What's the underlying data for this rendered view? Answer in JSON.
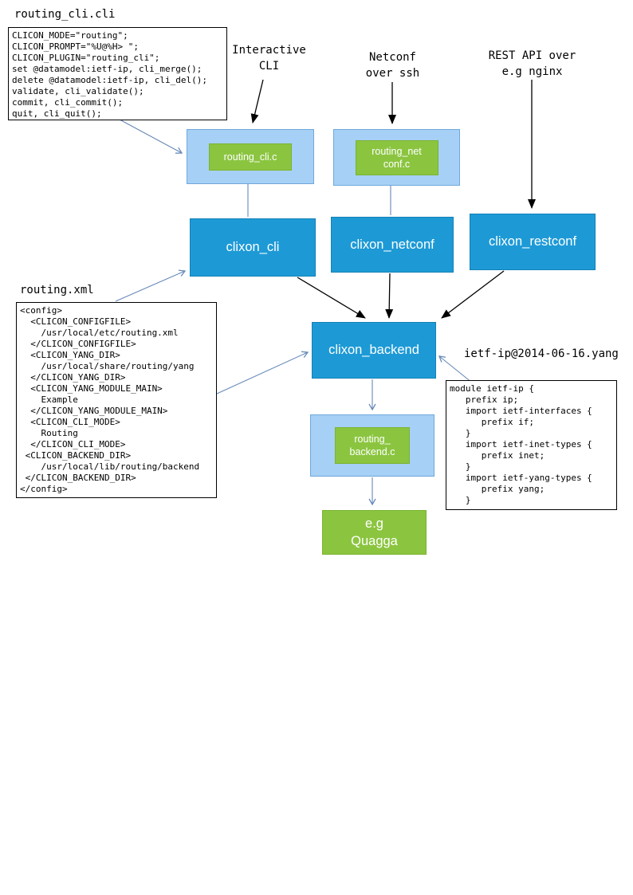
{
  "files": {
    "cli": {
      "title": "routing_cli.cli",
      "code": "CLICON_MODE=\"routing\";\nCLICON_PROMPT=\"%U@%H> \";\nCLICON_PLUGIN=\"routing_cli\";\nset @datamodel:ietf-ip, cli_merge();\ndelete @datamodel:ietf-ip, cli_del();\nvalidate, cli_validate();\ncommit, cli_commit();\nquit, cli_quit();"
    },
    "xml": {
      "title": "routing.xml",
      "code": "<config>\n  <CLICON_CONFIGFILE>\n    /usr/local/etc/routing.xml\n  </CLICON_CONFIGFILE>\n  <CLICON_YANG_DIR>\n    /usr/local/share/routing/yang\n  </CLICON_YANG_DIR>\n  <CLICON_YANG_MODULE_MAIN>\n    Example\n  </CLICON_YANG_MODULE_MAIN>\n  <CLICON_CLI_MODE>\n    Routing\n  </CLICON_CLI_MODE>\n <CLICON_BACKEND_DIR>\n    /usr/local/lib/routing/backend\n </CLICON_BACKEND_DIR>\n</config>"
    },
    "yang": {
      "title": "ietf-ip@2014-06-16.yang",
      "code": "module ietf-ip {\n   prefix ip;\n   import ietf-interfaces {\n      prefix if;\n   }\n   import ietf-inet-types {\n      prefix inet;\n   }\n   import ietf-yang-types {\n      prefix yang;\n   }"
    }
  },
  "labels": {
    "interactive_cli": "Interactive\nCLI",
    "netconf_ssh": "Netconf\nover ssh",
    "rest_api": "REST API over\ne.g nginx"
  },
  "plugins": {
    "cli": "routing_cli.c",
    "netconf": "routing_net\nconf.c",
    "backend": "routing_\nbackend.c"
  },
  "components": {
    "cli": "clixon_cli",
    "netconf": "clixon_netconf",
    "restconf": "clixon_restconf",
    "backend": "clixon_backend"
  },
  "external": {
    "quagga": "e.g\nQuagga"
  },
  "colors": {
    "component_blue": "#1d9ad6",
    "plugin_container_blue": "#a6d0f5",
    "plugin_green": "#8bc540",
    "arrow_blue": "#6689b8",
    "arrow_black": "#000000"
  }
}
